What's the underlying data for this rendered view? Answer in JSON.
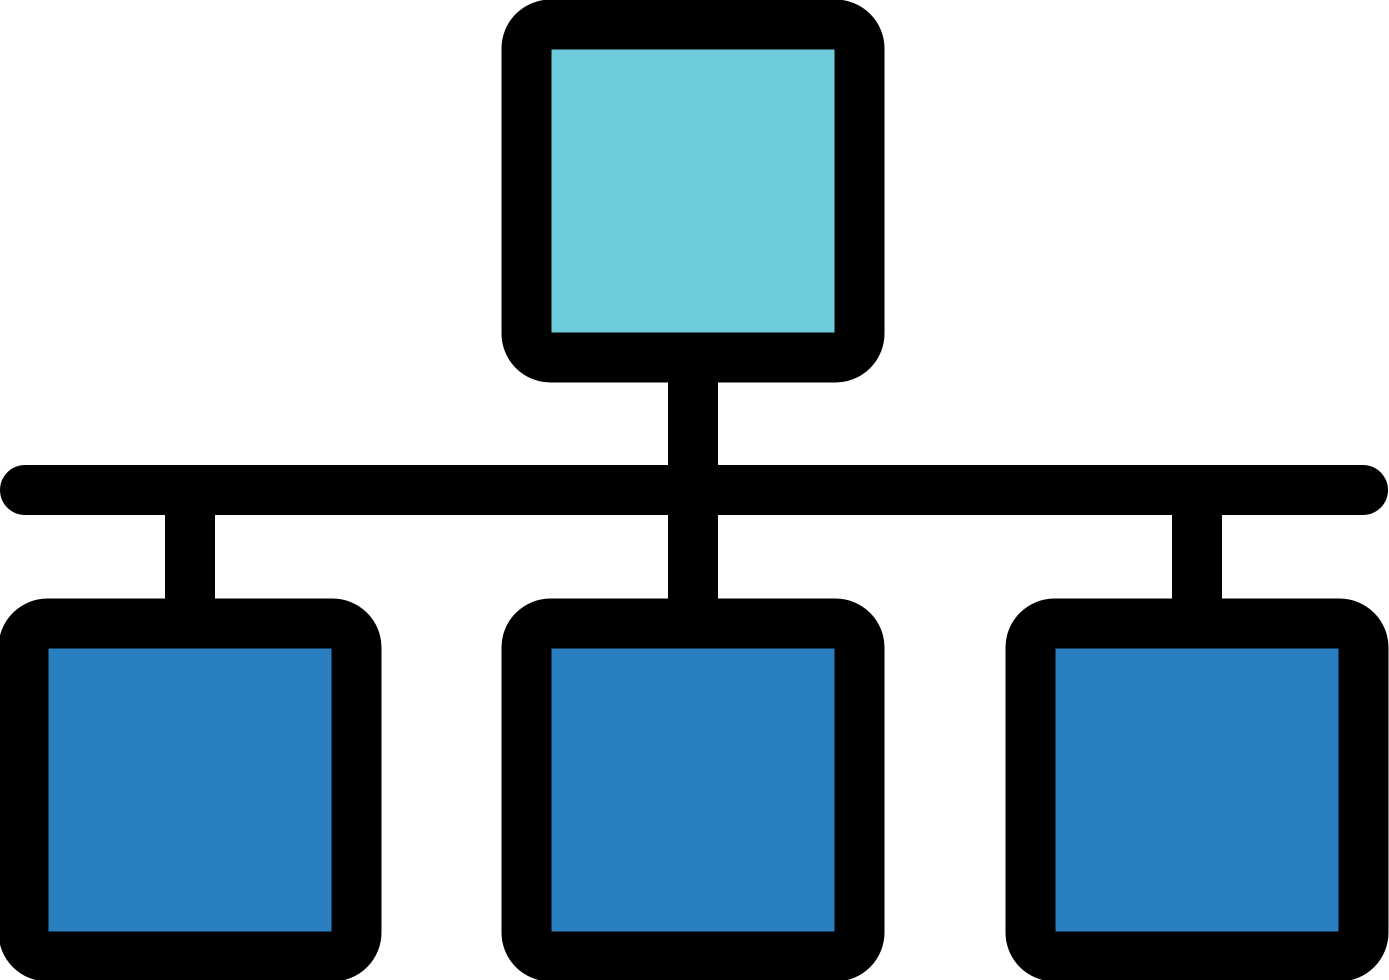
{
  "diagram": {
    "type": "hierarchy-icon",
    "colors": {
      "outline": "#000000",
      "root_fill": "#6ecbdc",
      "child_fill": "#2a7fc1",
      "background": "#ffffff"
    },
    "nodes": [
      {
        "id": "root",
        "role": "parent",
        "fill": "root_fill"
      },
      {
        "id": "child-left",
        "role": "child",
        "fill": "child_fill"
      },
      {
        "id": "child-center",
        "role": "child",
        "fill": "child_fill"
      },
      {
        "id": "child-right",
        "role": "child",
        "fill": "child_fill"
      }
    ],
    "edges": [
      {
        "from": "root",
        "to": "child-left"
      },
      {
        "from": "root",
        "to": "child-center"
      },
      {
        "from": "root",
        "to": "child-right"
      }
    ]
  }
}
